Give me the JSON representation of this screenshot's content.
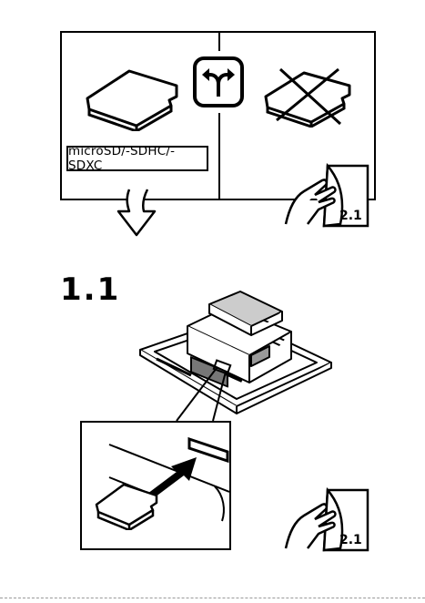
{
  "card_label": "microSD/-SDHC/-SDXC",
  "step_number": "1.1",
  "page_refs": {
    "top": "2.1",
    "bottom": "2.1"
  },
  "icons": {
    "allowed_card": "microsd-card-icon",
    "fork": "fork-arrow-icon",
    "forbidden_card": "crossed-out-card-icon",
    "page_turn_top": "page-turn-hand-icon",
    "continue": "down-arrow-icon",
    "device": "device-illustration",
    "insert_arrow": "insert-arrow-icon",
    "card_insert": "microsd-card-icon",
    "page_turn_bottom": "page-turn-hand-icon"
  }
}
